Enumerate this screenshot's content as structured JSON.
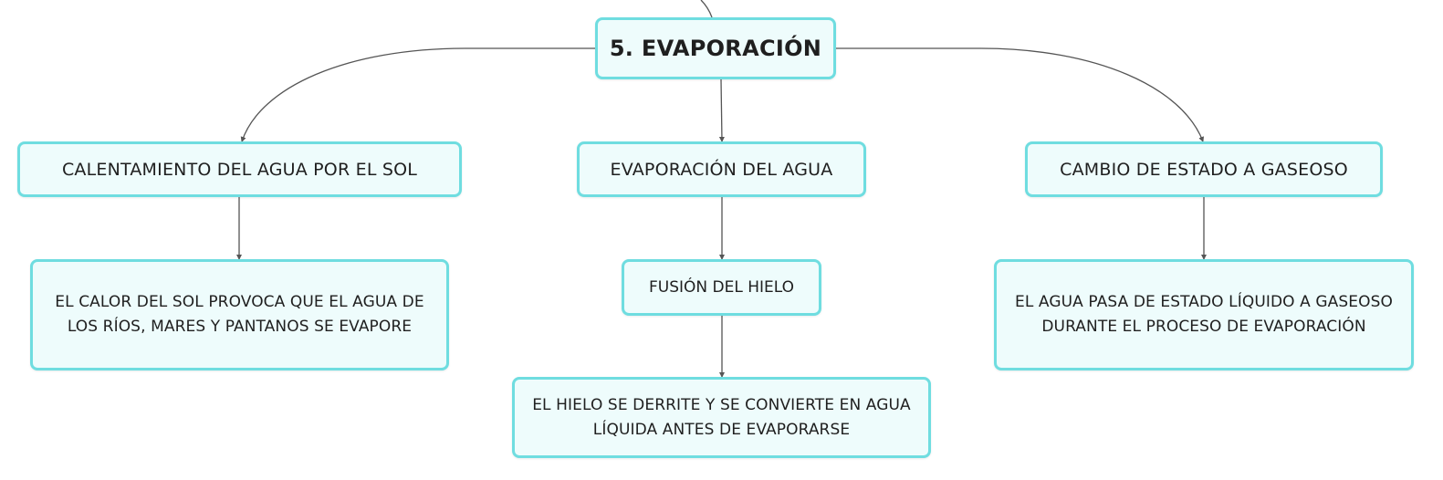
{
  "diagram": {
    "root": {
      "label": "5. EVAPORACIÓN"
    },
    "branches": [
      {
        "label": "CALENTAMIENTO DEL AGUA POR EL SOL",
        "children": [
          {
            "lines": [
              "EL CALOR DEL SOL PROVOCA QUE EL AGUA DE",
              "LOS RÍOS, MARES Y PANTANOS SE EVAPORE"
            ]
          }
        ]
      },
      {
        "label": "EVAPORACIÓN DEL AGUA",
        "children": [
          {
            "label": "FUSIÓN DEL HIELO",
            "children": [
              {
                "lines": [
                  "EL HIELO SE DERRITE Y SE CONVIERTE EN AGUA",
                  "LÍQUIDA ANTES DE EVAPORARSE"
                ]
              }
            ]
          }
        ]
      },
      {
        "label": "CAMBIO DE ESTADO A GASEOSO",
        "children": [
          {
            "lines": [
              "EL AGUA PASA DE ESTADO LÍQUIDO A GASEOSO",
              "DURANTE EL PROCESO DE EVAPORACIÓN"
            ]
          }
        ]
      }
    ]
  },
  "colors": {
    "node_border": "#6fdde0",
    "node_fill": "#eefcfc",
    "connector": "#555555",
    "text": "#1f1f1f"
  }
}
